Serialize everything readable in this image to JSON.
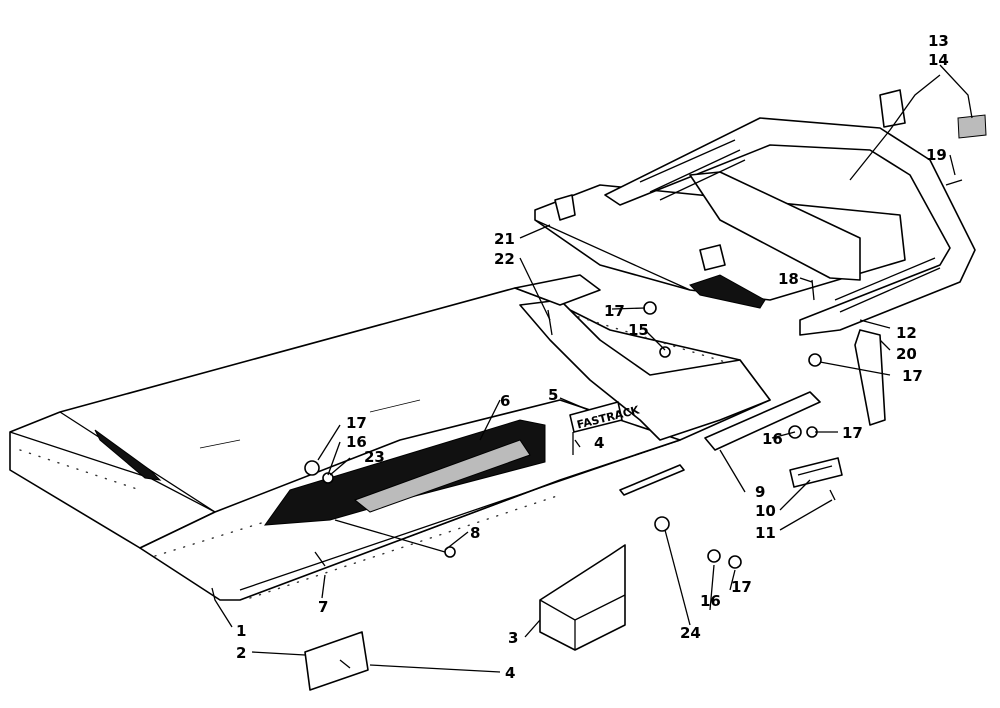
{
  "callouts": [
    {
      "id": "c1",
      "text": "1"
    },
    {
      "id": "c2",
      "text": "2"
    },
    {
      "id": "c3",
      "text": "3"
    },
    {
      "id": "c4a",
      "text": "4"
    },
    {
      "id": "c4b",
      "text": "4"
    },
    {
      "id": "c5",
      "text": "5"
    },
    {
      "id": "c6",
      "text": "6"
    },
    {
      "id": "c7",
      "text": "7"
    },
    {
      "id": "c8",
      "text": "8"
    },
    {
      "id": "c9",
      "text": "9"
    },
    {
      "id": "c10",
      "text": "10"
    },
    {
      "id": "c11",
      "text": "11"
    },
    {
      "id": "c12",
      "text": "12"
    },
    {
      "id": "c13",
      "text": "13"
    },
    {
      "id": "c14",
      "text": "14"
    },
    {
      "id": "c15",
      "text": "15"
    },
    {
      "id": "c16a",
      "text": "16"
    },
    {
      "id": "c16b",
      "text": "16"
    },
    {
      "id": "c16c",
      "text": "16"
    },
    {
      "id": "c17a",
      "text": "17"
    },
    {
      "id": "c17b",
      "text": "17"
    },
    {
      "id": "c17c",
      "text": "17"
    },
    {
      "id": "c17d",
      "text": "17"
    },
    {
      "id": "c17e",
      "text": "17"
    },
    {
      "id": "c18",
      "text": "18"
    },
    {
      "id": "c19",
      "text": "19"
    },
    {
      "id": "c20",
      "text": "20"
    },
    {
      "id": "c21",
      "text": "21"
    },
    {
      "id": "c22",
      "text": "22"
    },
    {
      "id": "c23",
      "text": "23"
    },
    {
      "id": "c24",
      "text": "24"
    }
  ],
  "badge_text": "FASTRACK"
}
